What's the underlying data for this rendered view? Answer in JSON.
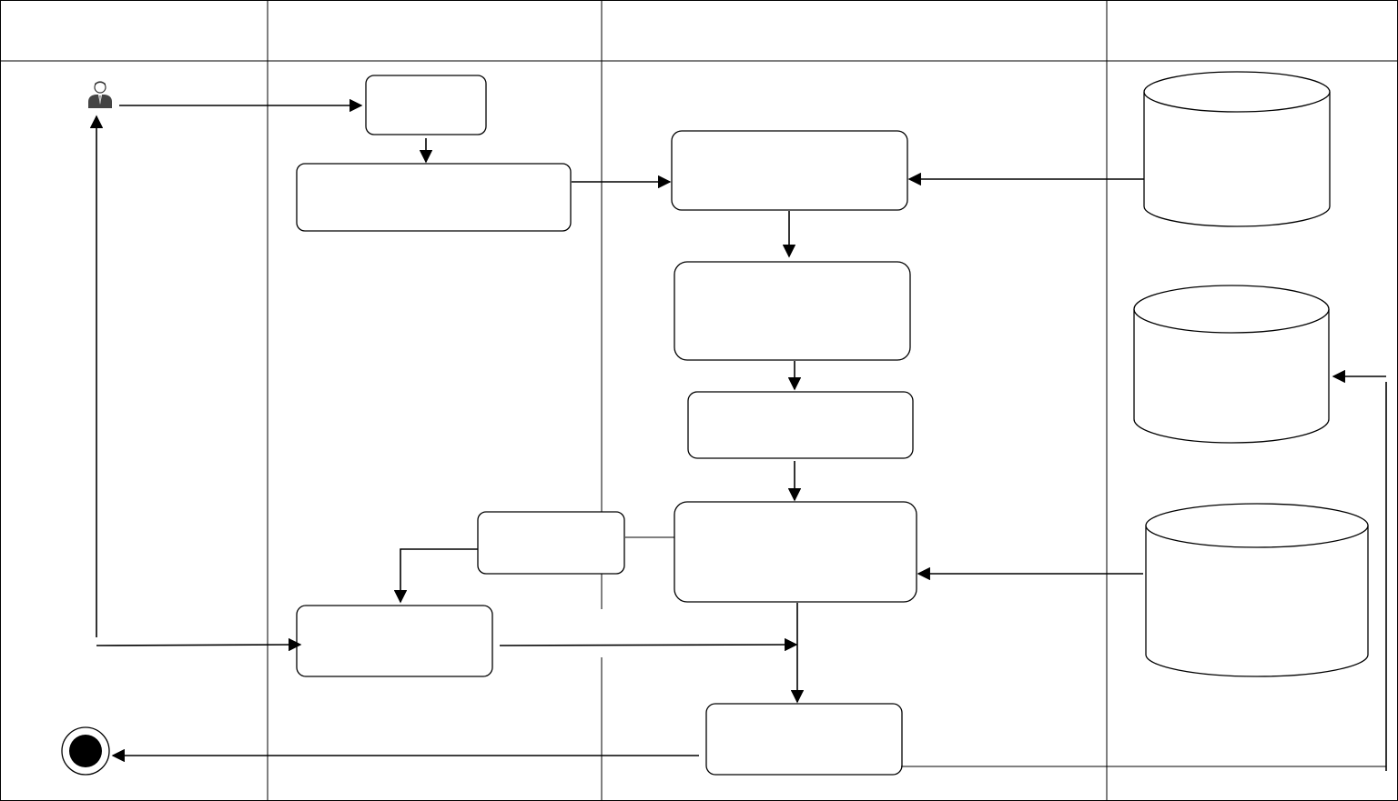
{
  "diagram": {
    "lanes": [
      {
        "id": "lane-1",
        "title": ""
      },
      {
        "id": "lane-2",
        "title": ""
      },
      {
        "id": "lane-3",
        "title": ""
      },
      {
        "id": "lane-4",
        "title": ""
      }
    ],
    "nodes": {
      "top-box": "",
      "wide-box": "",
      "process-box-1": "",
      "process-box-2": "",
      "process-box-3": "",
      "process-box-4": "",
      "left-small-box": "",
      "left-lower-box": "",
      "final-box": ""
    },
    "databases": {
      "db-top": "",
      "db-middle": "",
      "db-bottom": ""
    },
    "icons": {
      "actor": "user-icon",
      "end": "end-node-icon"
    },
    "colors": {
      "stroke": "#000000",
      "background": "#ffffff"
    }
  }
}
